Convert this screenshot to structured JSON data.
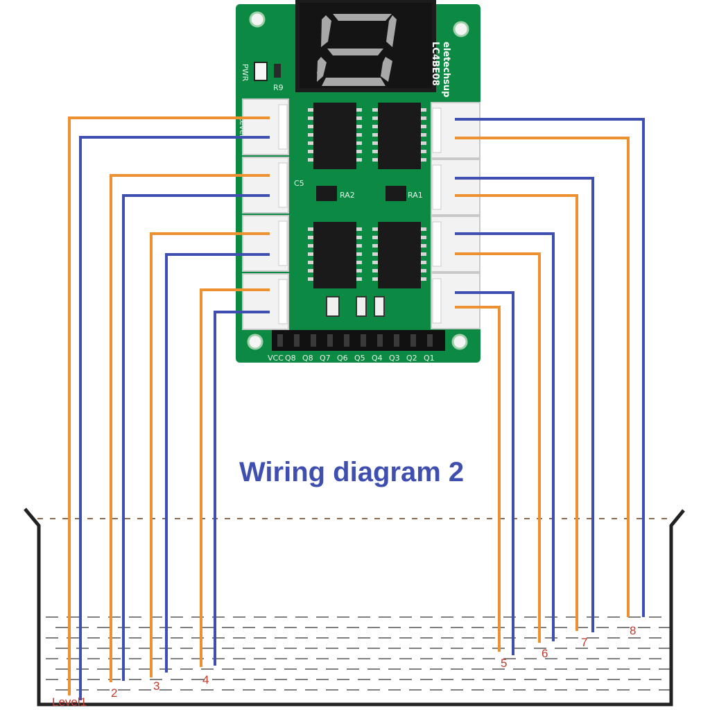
{
  "title": "Wiring diagram 2",
  "colors": {
    "orange": "#ec9030",
    "blue": "#3f4fb0",
    "title": "#3f4fb0",
    "label": "#c0392b",
    "pcb": "#0c8a43",
    "pcb_dark": "#0a6e36",
    "connector": "#f2f2f2",
    "display": "#1c1c1c",
    "segment": "#a8a8a8",
    "chip": "#1a1a1a",
    "header": "#111111",
    "tank": "#222222",
    "water": "#555555"
  },
  "board": {
    "brand": "eletechsup",
    "model": "LC4BE08",
    "pwr_label": "PWR",
    "pin_labels": [
      "VCC",
      "Q8",
      "Q8",
      "Q7",
      "Q6",
      "Q5",
      "Q4",
      "Q3",
      "Q2",
      "Q1"
    ],
    "component_labels": [
      "RA2",
      "RA1",
      "C5",
      "R9"
    ],
    "left_connector_label": "Level"
  },
  "levels": [
    {
      "label": "Level1"
    },
    {
      "label": "2"
    },
    {
      "label": "3"
    },
    {
      "label": "4"
    },
    {
      "label": "5"
    },
    {
      "label": "6"
    },
    {
      "label": "7"
    },
    {
      "label": "8"
    }
  ],
  "wire_colors": [
    "orange",
    "blue"
  ],
  "icons": [
    "seven-segment-display-icon",
    "ic-chip-icon",
    "connector-icon",
    "pin-header-icon",
    "water-tank-icon"
  ]
}
